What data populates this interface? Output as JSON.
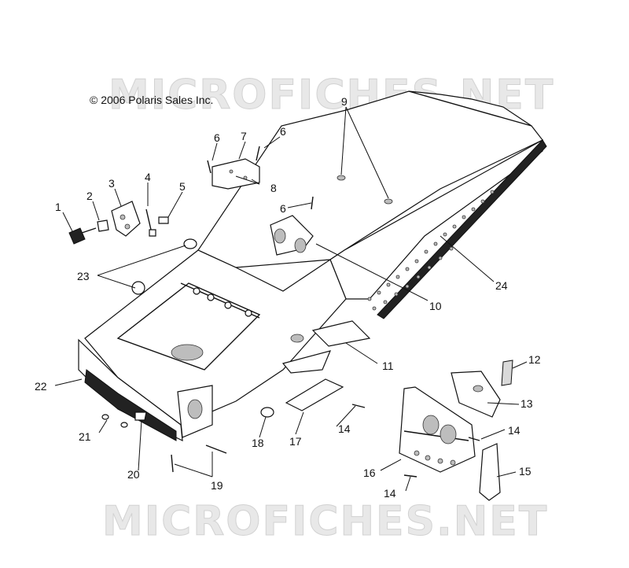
{
  "watermark": {
    "top": "MICROFICHES.NET",
    "bottom": "MICROFICHES.NET"
  },
  "copyright": "© 2006 Polaris Sales Inc.",
  "callouts": {
    "c1": "1",
    "c2": "2",
    "c3": "3",
    "c4": "4",
    "c5": "5",
    "c6a": "6",
    "c6b": "6",
    "c6c": "6",
    "c7": "7",
    "c8": "8",
    "c9": "9",
    "c10": "10",
    "c11": "11",
    "c12": "12",
    "c13": "13",
    "c14a": "14",
    "c14b": "14",
    "c14c": "14",
    "c15": "15",
    "c16": "16",
    "c17": "17",
    "c18": "18",
    "c19": "19",
    "c20": "20",
    "c21": "21",
    "c22": "22",
    "c23": "23",
    "c24": "24"
  },
  "colors": {
    "ink": "#111111",
    "watermark": "#e8e8e8",
    "background": "#ffffff"
  }
}
